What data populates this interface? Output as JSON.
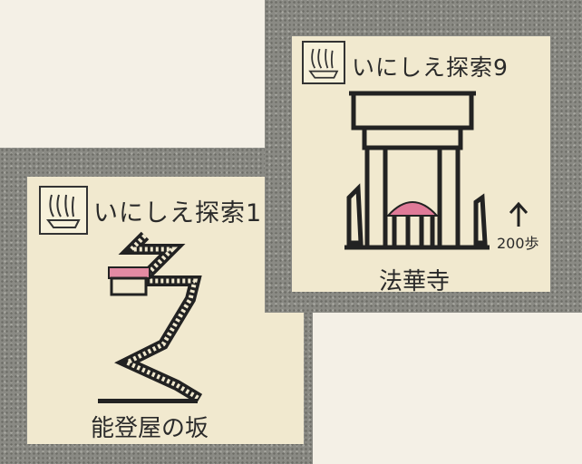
{
  "left_plaque": {
    "title": "いにしえ探索1",
    "name": "能登屋の坂"
  },
  "right_plaque": {
    "title": "いにしえ探索9",
    "name": "法華寺",
    "distance": "200歩"
  },
  "colors": {
    "roof_pink": "#e07a98",
    "ink": "#2a2a2a",
    "plaque": "#f1e9cf"
  }
}
